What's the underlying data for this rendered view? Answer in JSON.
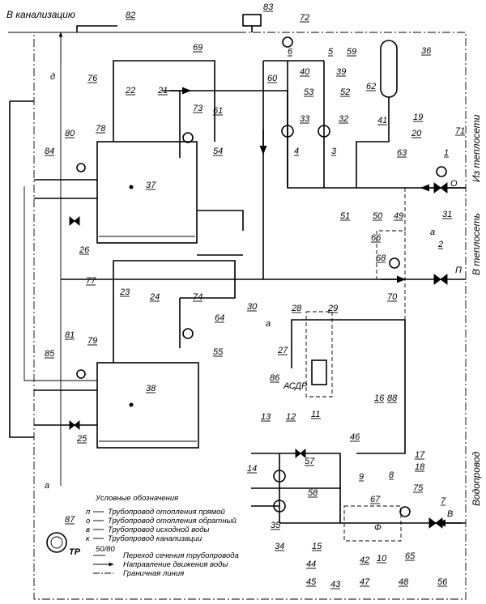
{
  "labels": {
    "sewer": "В канализацию",
    "from_heat_net": "Из теплосети",
    "to_heat_net": "В теплосеть",
    "water_supply": "Водопровод",
    "asdr": "АСДР",
    "tr": "ТР",
    "letter_d": "д",
    "letter_p": "П",
    "letter_o": "О",
    "letter_v": "В",
    "letter_f": "Ф",
    "letter_a": "а"
  },
  "legend": {
    "title": "Условные обозначения",
    "items": [
      {
        "code": "п",
        "text": "Трубопровод отопления прямой"
      },
      {
        "code": "о",
        "text": "Трубопровод отопления обратный"
      },
      {
        "code": "в",
        "text": "Трубопровод исходной воды"
      },
      {
        "code": "к",
        "text": "Трубопровод канализации"
      },
      {
        "code": "50/80",
        "text": "Переход сечения трубопровода"
      },
      {
        "code": "",
        "text": "Направление движения воды"
      },
      {
        "code": "",
        "text": "Граничная линия"
      }
    ]
  },
  "numbers": [
    "1",
    "2",
    "3",
    "4",
    "5",
    "6",
    "7",
    "8",
    "9",
    "10",
    "11",
    "12",
    "13",
    "14",
    "15",
    "16",
    "17",
    "18",
    "19",
    "20",
    "21",
    "22",
    "23",
    "24",
    "25",
    "26",
    "27",
    "28",
    "29",
    "30",
    "31",
    "32",
    "33",
    "34",
    "35",
    "36",
    "37",
    "38",
    "39",
    "40",
    "41",
    "42",
    "43",
    "44",
    "45",
    "46",
    "47",
    "48",
    "49",
    "50",
    "51",
    "52",
    "53",
    "54",
    "55",
    "56",
    "57",
    "58",
    "59",
    "60",
    "61",
    "62",
    "63",
    "64",
    "65",
    "66",
    "67",
    "68",
    "69",
    "70",
    "71",
    "72",
    "73",
    "74",
    "75",
    "76",
    "77",
    "78",
    "79",
    "80",
    "81",
    "82",
    "83",
    "84",
    "85",
    "86",
    "87",
    "88"
  ]
}
